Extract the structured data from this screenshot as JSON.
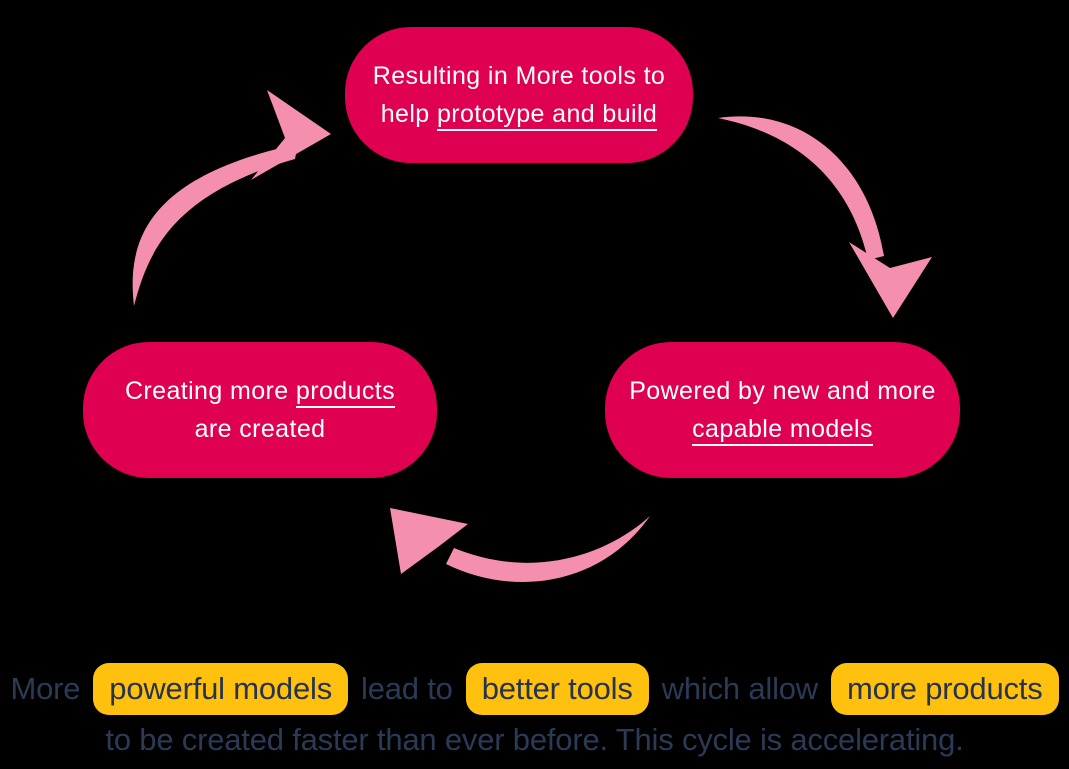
{
  "diagram": {
    "title_semantic": "accelerating AI product cycle",
    "nodes": {
      "top": {
        "line1": "Resulting in More tools to",
        "line2_prefix": "help ",
        "line2_underlined": "prototype and build"
      },
      "left": {
        "line1_prefix": "Creating more ",
        "line1_underlined": "products",
        "line2": "are created"
      },
      "right": {
        "line1": "Powered by new and more",
        "line2_underlined": "capable models"
      }
    },
    "arrows": [
      {
        "name": "arrow-left-to-top",
        "direction": "up-right",
        "from": "Creating more products",
        "to": "Resulting in More tools"
      },
      {
        "name": "arrow-top-to-right",
        "direction": "down",
        "from": "Resulting in More tools",
        "to": "Powered by capable models"
      },
      {
        "name": "arrow-right-to-left",
        "direction": "up-left",
        "from": "Powered by capable models",
        "to": "Creating more products"
      }
    ]
  },
  "caption": {
    "segments": {
      "lead": "More",
      "chip1": "powerful models",
      "mid1": "lead to",
      "chip2": "better tools",
      "mid2": "which allow",
      "chip3": "more products"
    },
    "line2": "to be created faster than ever before. This cycle is accelerating."
  },
  "colors": {
    "background": "#000000",
    "node_fill": "#E00051",
    "node_text": "#FFFFFF",
    "arrow_pink": "#F48FAD",
    "highlight_yellow": "#FFC10D",
    "caption_navy": "#2B3A55"
  }
}
